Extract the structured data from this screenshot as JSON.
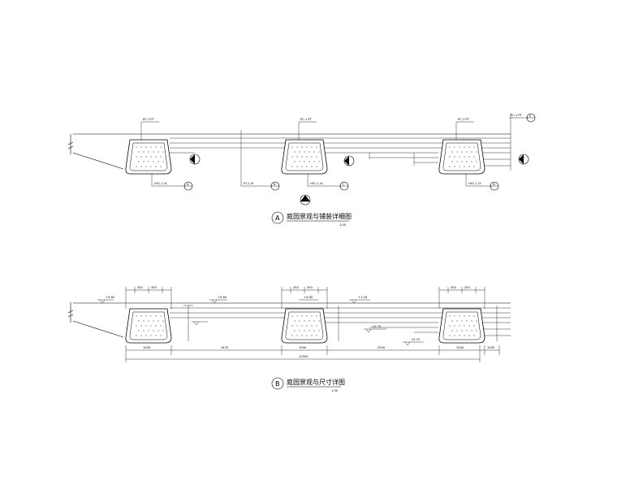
{
  "drawing": {
    "views": [
      {
        "id": "A",
        "marker": "A",
        "title": "庭园景观与铺装详细图",
        "scale": "1:50"
      },
      {
        "id": "B",
        "marker": "B",
        "title": "庭园景观与尺寸详图",
        "scale": "1:50"
      }
    ],
    "callouts_top": [
      "PC-1 PT",
      "PC-1 PT",
      "PC-1 PT",
      "PC-1 PT"
    ],
    "callouts_bottom": [
      "HFC-1 IX",
      "PT-1 IX",
      "HFC-1 IX",
      "HFC-1 IX"
    ],
    "section_marks": [
      "A",
      "B",
      "C",
      "D",
      "E"
    ],
    "elevations": [
      "+0.80",
      "+0.80",
      "+0.80",
      "+1.00",
      "+0.70",
      "+0.70"
    ],
    "dims_top": [
      "350",
      "350",
      "350",
      "350",
      "350",
      "350"
    ],
    "dims_bottom": [
      "1500",
      "3470",
      "1500",
      "2500",
      "1500",
      "1500"
    ],
    "dim_total": "12500"
  }
}
